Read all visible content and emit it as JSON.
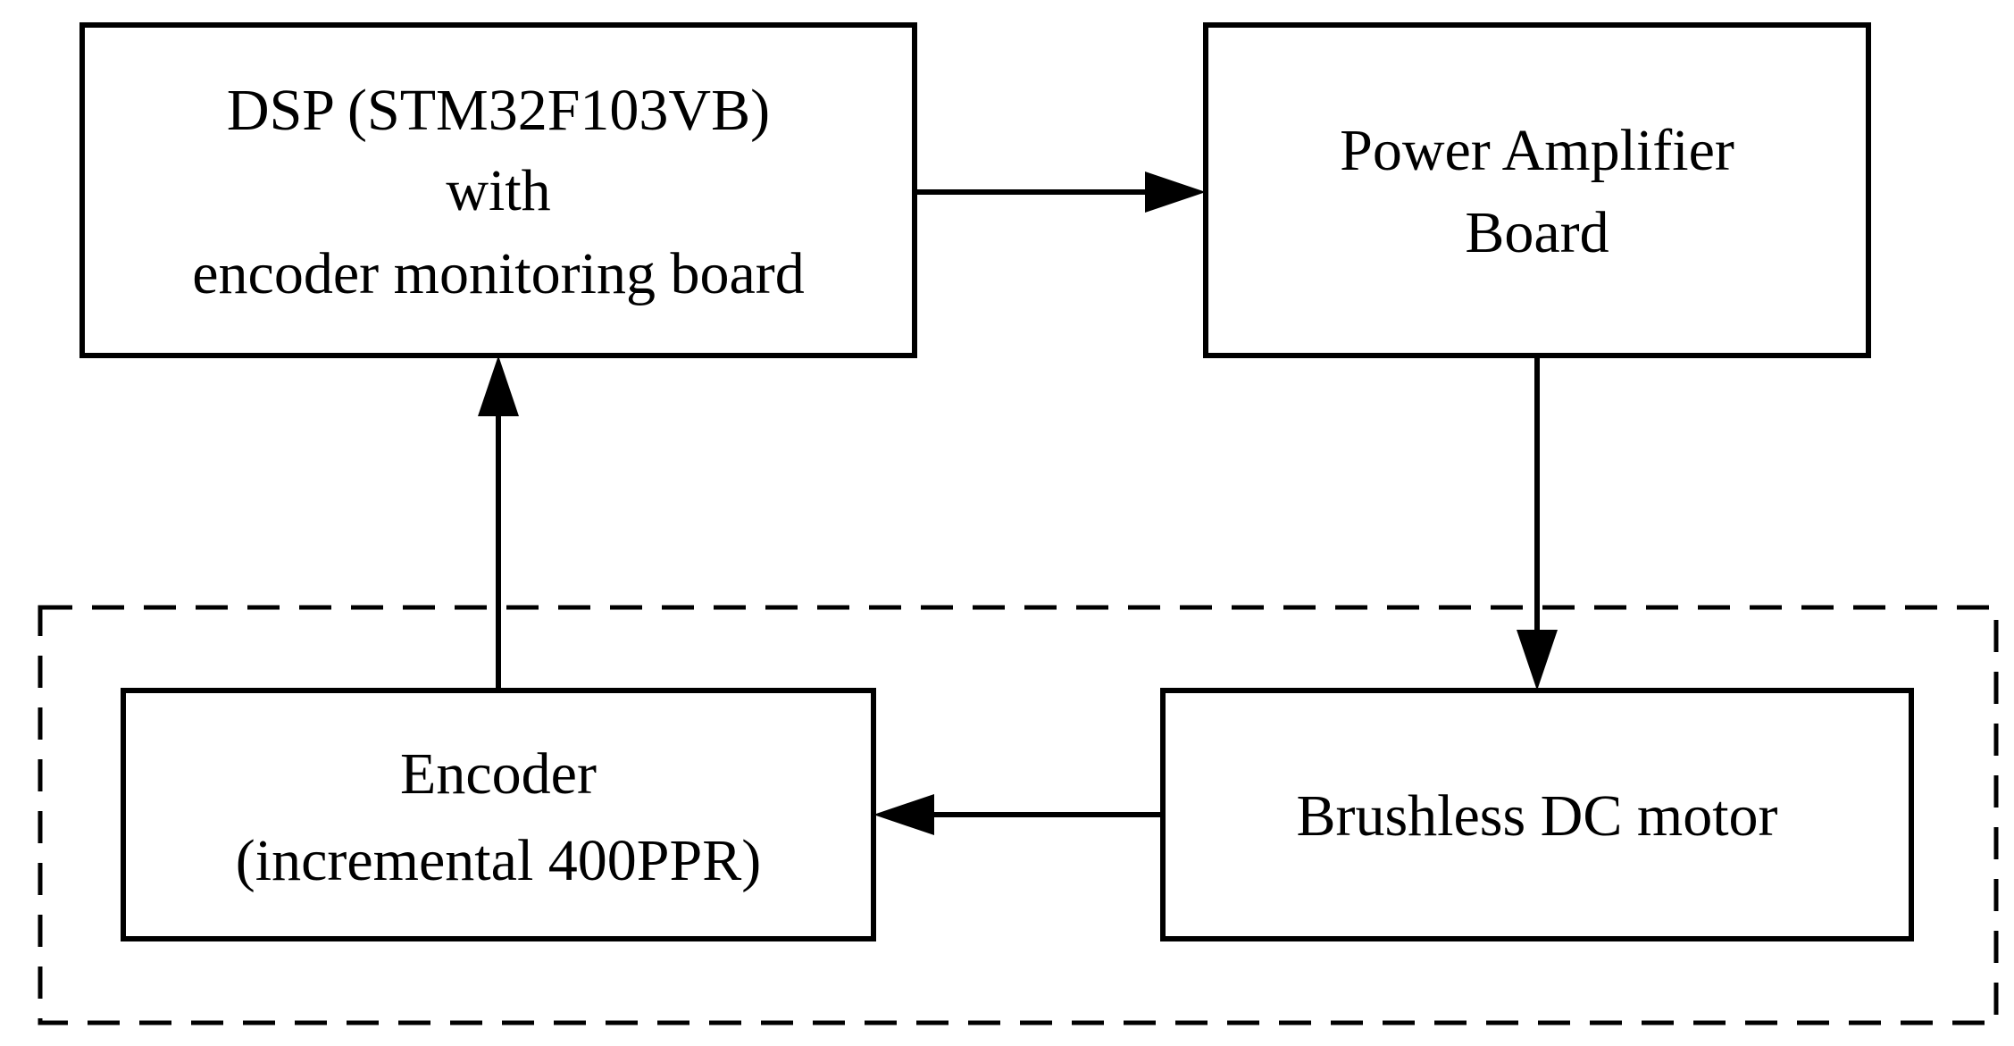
{
  "blocks": {
    "dsp": {
      "lines": [
        "DSP (STM32F103VB)",
        "with",
        "encoder monitoring board"
      ]
    },
    "power_amplifier": {
      "lines": [
        "Power Amplifier",
        "Board"
      ]
    },
    "encoder": {
      "lines": [
        "Encoder",
        "(incremental 400PPR)"
      ]
    },
    "motor": {
      "lines": [
        "Brushless DC motor"
      ]
    }
  }
}
